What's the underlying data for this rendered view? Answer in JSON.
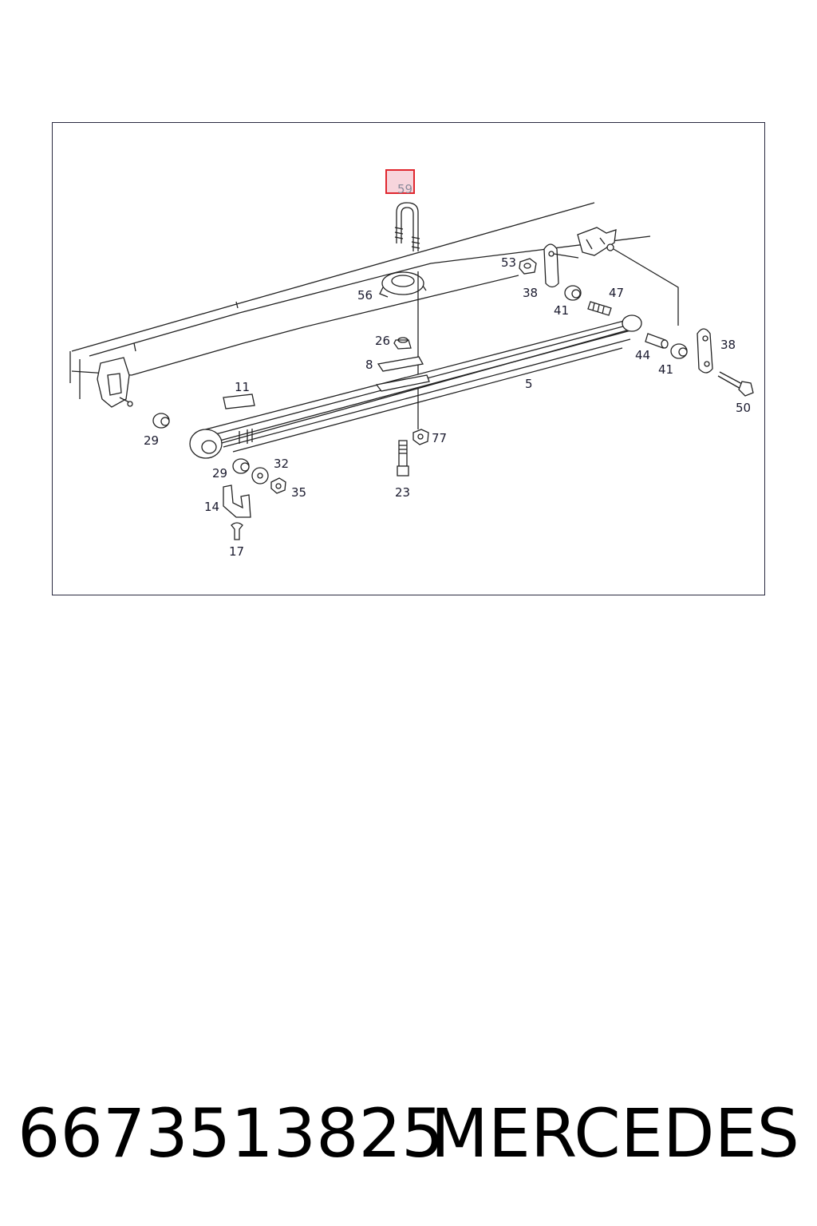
{
  "diagram": {
    "highlighted_callout": "59",
    "callouts": [
      "59",
      "53",
      "38",
      "41",
      "47",
      "56",
      "26",
      "8",
      "44",
      "41",
      "38",
      "11",
      "5",
      "50",
      "29",
      "77",
      "32",
      "29",
      "35",
      "23",
      "14",
      "17"
    ]
  },
  "footer": {
    "part_number": "6673513825",
    "brand": "MERCEDES"
  },
  "colors": {
    "highlight_border": "#e0262e",
    "highlight_fill": "#f7d5dc",
    "line": "#222222"
  }
}
